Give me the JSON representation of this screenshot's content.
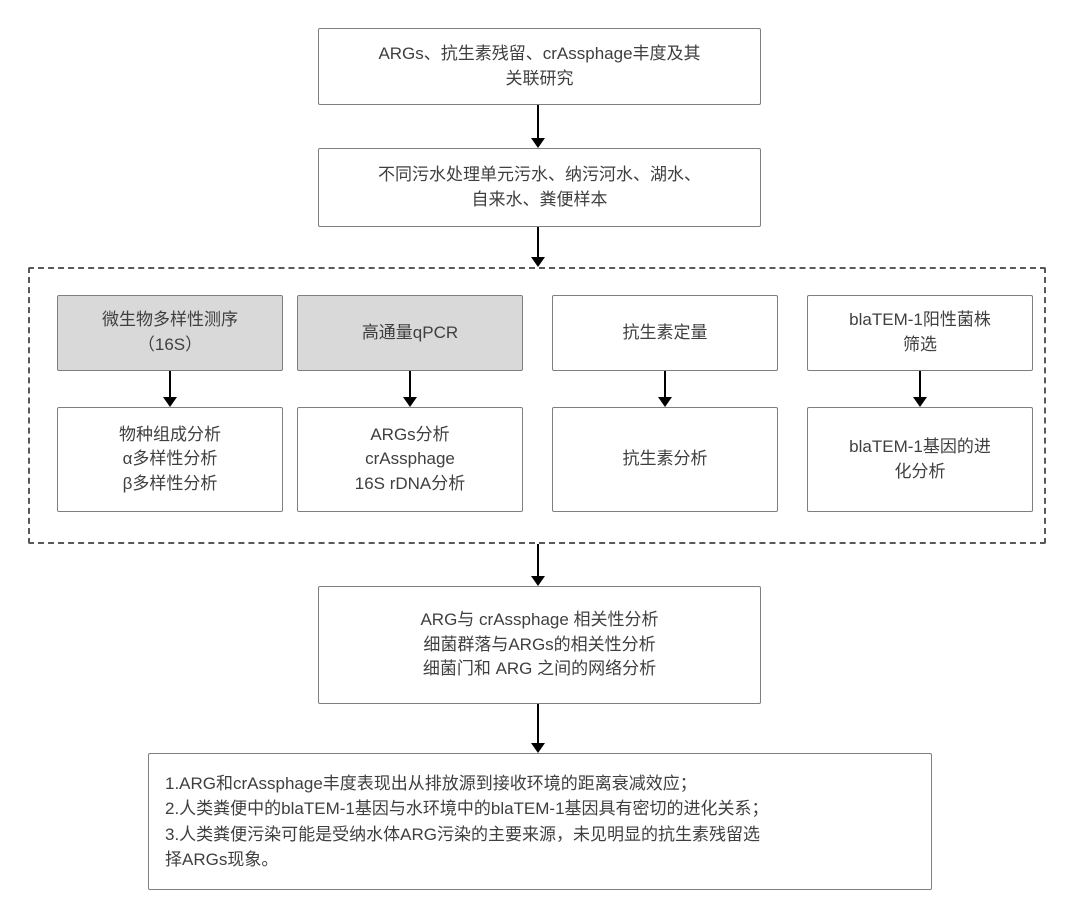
{
  "diagram": {
    "title_box": {
      "lines": [
        "ARGs、抗生素残留、crAssphage丰度及其",
        "关联研究"
      ]
    },
    "samples_box": {
      "lines": [
        "不同污水处理单元污水、纳污河水、湖水、",
        "自来水、粪便样本"
      ]
    },
    "methods": [
      {
        "method": {
          "lines": [
            "微生物多样性测序",
            "（16S）"
          ]
        },
        "analysis": {
          "lines": [
            "物种组成分析",
            "α多样性分析",
            "β多样性分析"
          ]
        }
      },
      {
        "method": {
          "lines": [
            "高通量qPCR"
          ]
        },
        "analysis": {
          "lines": [
            "ARGs分析",
            "crAssphage",
            "16S rDNA分析"
          ]
        }
      },
      {
        "method": {
          "lines": [
            "抗生素定量"
          ]
        },
        "analysis": {
          "lines": [
            "抗生素分析"
          ]
        }
      },
      {
        "method": {
          "lines": [
            "blaTEM-1阳性菌株",
            "筛选"
          ]
        },
        "analysis": {
          "lines": [
            "blaTEM-1基因的进",
            "化分析"
          ]
        }
      }
    ],
    "correlation_box": {
      "lines": [
        "ARG与 crAssphage 相关性分析",
        "细菌群落与ARGs的相关性分析",
        "细菌门和 ARG 之间的网络分析"
      ]
    },
    "conclusion_box": {
      "lines": [
        "1.ARG和crAssphage丰度表现出从排放源到接收环境的距离衰减效应；",
        "2.人类粪便中的blaTEM-1基因与水环境中的blaTEM-1基因具有密切的进化关系；",
        "3.人类粪便污染可能是受纳水体ARG污染的主要来源，未见明显的抗生素残留选",
        "择ARGs现象。"
      ]
    },
    "colors": {
      "box_border": "#7f7f7f",
      "box_fill_gray": "#d9d9d9",
      "arrow": "#000000"
    }
  }
}
